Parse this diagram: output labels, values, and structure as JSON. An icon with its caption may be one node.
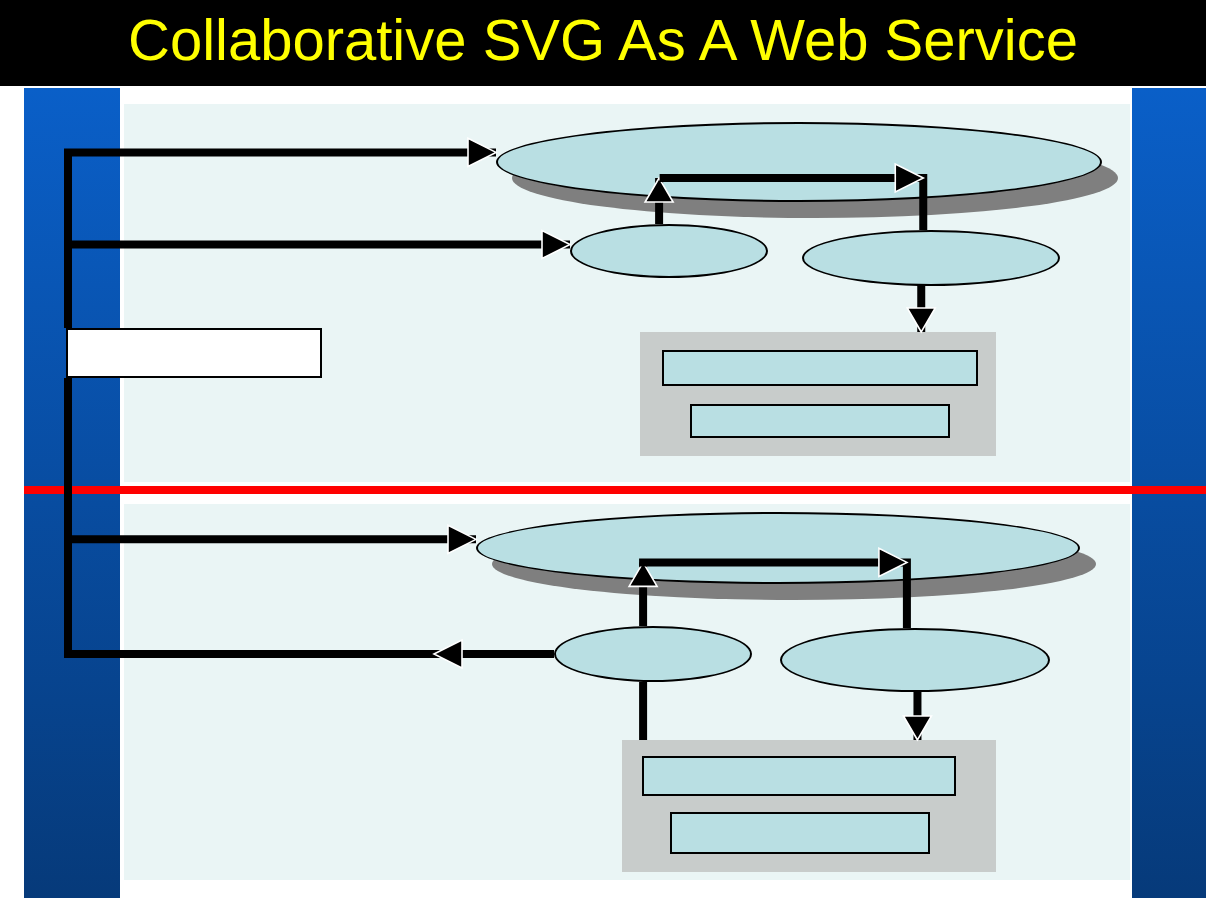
{
  "diagram": {
    "title": "Collaborative SVG As A Web Service",
    "nodes": [
      {
        "text": [],
        "shape": "box"
      },
      {
        "text": [],
        "shape": "ellipse"
      },
      {
        "text": [],
        "shape": "ellipse"
      },
      {
        "text": [],
        "shape": "ellipse"
      },
      {
        "text": [],
        "shape": "box"
      },
      {
        "text": [],
        "shape": "bar",
        "in": 4
      },
      {
        "text": [],
        "shape": "bar",
        "in": 4
      },
      {
        "text": [],
        "shape": "ellipse"
      },
      {
        "text": [],
        "shape": "ellipse"
      },
      {
        "text": [],
        "shape": "ellipse"
      },
      {
        "text": [],
        "shape": "box"
      },
      {
        "text": [],
        "shape": "bar",
        "in": 10
      },
      {
        "text": [],
        "shape": "bar",
        "in": 10
      }
    ],
    "edges": [
      {
        "from": 0,
        "to": 1,
        "arrow": "to"
      },
      {
        "from": 0,
        "to": 2,
        "arrow": "to"
      },
      {
        "from": 2,
        "to": 1,
        "arrow": "to"
      },
      {
        "from": 1,
        "to": 3,
        "arrow": "to"
      },
      {
        "from": 3,
        "to": 4,
        "arrow": "to"
      },
      {
        "from": 0,
        "to": 7,
        "arrow": "to"
      },
      {
        "from": 8,
        "to": 0,
        "arrow": "to"
      },
      {
        "from": 8,
        "to": 7,
        "arrow": "to"
      },
      {
        "from": 7,
        "to": 9,
        "arrow": "to"
      },
      {
        "from": 9,
        "to": 10,
        "arrow": "to"
      },
      {
        "from": 10,
        "to": 8,
        "arrow": "none"
      }
    ]
  }
}
